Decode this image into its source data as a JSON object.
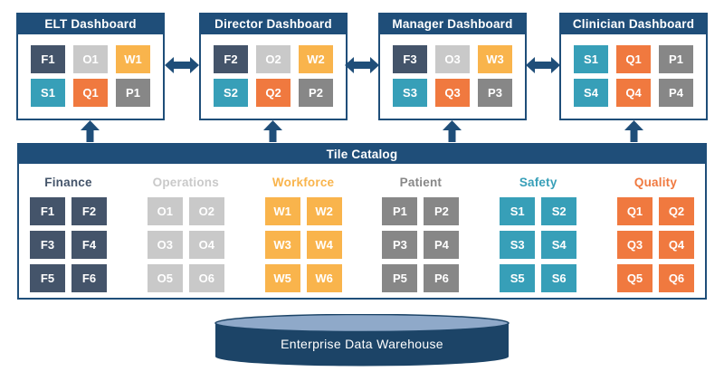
{
  "colors": {
    "navy": "#1F4E79",
    "finance": "#44546A",
    "operations": "#C9C9C9",
    "workforce": "#F9B44C",
    "patient": "#878787",
    "safety": "#379FB8",
    "quality": "#F0793F",
    "white": "#FFFFFF",
    "cylinder_top": "#8FA9C9",
    "cylinder_body": "#1C4467"
  },
  "icons": {
    "sync": "double-horizontal-block-arrow",
    "flow_up": "up-block-arrow",
    "database": "cylinder"
  },
  "dashboards": [
    {
      "title": "ELT Dashboard",
      "tiles": [
        {
          "label": "F1",
          "category": "finance"
        },
        {
          "label": "O1",
          "category": "operations"
        },
        {
          "label": "W1",
          "category": "workforce"
        },
        {
          "label": "S1",
          "category": "safety"
        },
        {
          "label": "Q1",
          "category": "quality"
        },
        {
          "label": "P1",
          "category": "patient"
        }
      ]
    },
    {
      "title": "Director Dashboard",
      "tiles": [
        {
          "label": "F2",
          "category": "finance"
        },
        {
          "label": "O2",
          "category": "operations"
        },
        {
          "label": "W2",
          "category": "workforce"
        },
        {
          "label": "S2",
          "category": "safety"
        },
        {
          "label": "Q2",
          "category": "quality"
        },
        {
          "label": "P2",
          "category": "patient"
        }
      ]
    },
    {
      "title": "Manager Dashboard",
      "tiles": [
        {
          "label": "F3",
          "category": "finance"
        },
        {
          "label": "O3",
          "category": "operations"
        },
        {
          "label": "W3",
          "category": "workforce"
        },
        {
          "label": "S3",
          "category": "safety"
        },
        {
          "label": "Q3",
          "category": "quality"
        },
        {
          "label": "P3",
          "category": "patient"
        }
      ]
    },
    {
      "title": "Clinician Dashboard",
      "tiles": [
        {
          "label": "S1",
          "category": "safety"
        },
        {
          "label": "Q1",
          "category": "quality"
        },
        {
          "label": "P1",
          "category": "patient"
        },
        {
          "label": "S4",
          "category": "safety"
        },
        {
          "label": "Q4",
          "category": "quality"
        },
        {
          "label": "P4",
          "category": "patient"
        }
      ]
    }
  ],
  "catalog": {
    "title": "Tile Catalog",
    "groups": [
      {
        "label": "Finance",
        "category": "finance",
        "tiles": [
          "F1",
          "F2",
          "F3",
          "F4",
          "F5",
          "F6"
        ]
      },
      {
        "label": "Operations",
        "category": "operations",
        "tiles": [
          "O1",
          "O2",
          "O3",
          "O4",
          "O5",
          "O6"
        ]
      },
      {
        "label": "Workforce",
        "category": "workforce",
        "tiles": [
          "W1",
          "W2",
          "W3",
          "W4",
          "W5",
          "W6"
        ]
      },
      {
        "label": "Patient",
        "category": "patient",
        "tiles": [
          "P1",
          "P2",
          "P3",
          "P4",
          "P5",
          "P6"
        ]
      },
      {
        "label": "Safety",
        "category": "safety",
        "tiles": [
          "S1",
          "S2",
          "S3",
          "S4",
          "S5",
          "S6"
        ]
      },
      {
        "label": "Quality",
        "category": "quality",
        "tiles": [
          "Q1",
          "Q2",
          "Q3",
          "Q4",
          "Q5",
          "Q6"
        ]
      }
    ]
  },
  "warehouse": {
    "label": "Enterprise Data Warehouse"
  }
}
